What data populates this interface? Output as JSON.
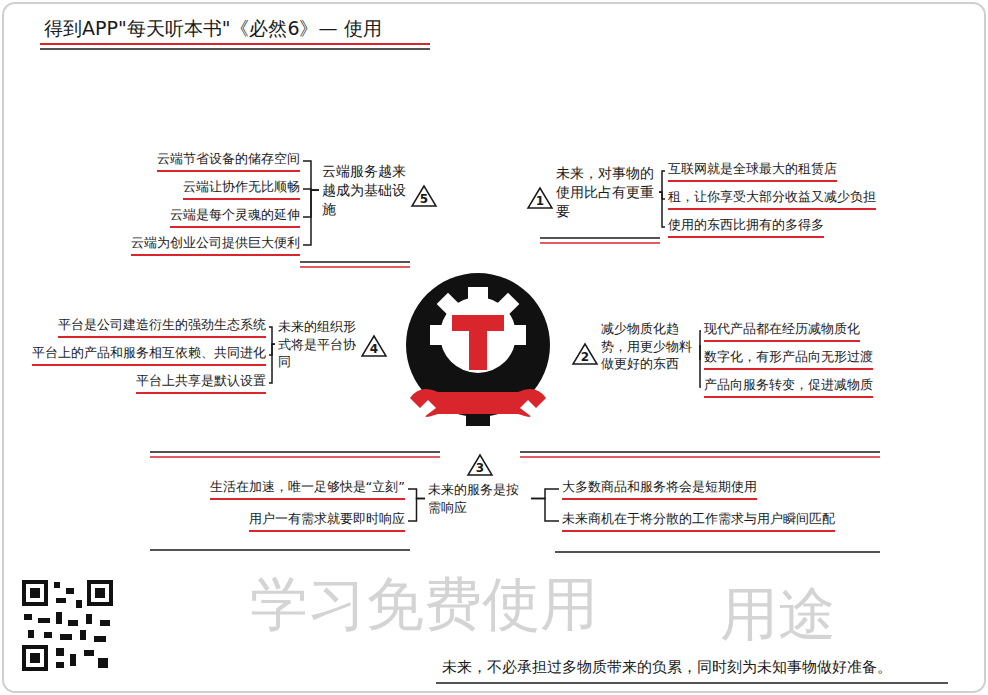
{
  "diagram": {
    "title": "得到APP\"每天听本书\"《必然6》— 使用",
    "caption": "未来，不必承担过多物质带来的负累，同时刻为未知事物做好准备。",
    "nodes": [
      {
        "text": [
          "未来，对事物的使用比占有更重要"
        ]
      },
      {
        "text": [
          "互联网就是全球最大的租赁店"
        ]
      },
      {
        "text": [
          "租，让你享受大部分收益又减少负担"
        ]
      },
      {
        "text": [
          "使用的东西比拥有的多得多"
        ]
      },
      {
        "text": [
          "减少物质化趋势，用更少物料做更好的东西"
        ]
      },
      {
        "text": [
          "现代产品都在经历减物质化"
        ]
      },
      {
        "text": [
          "数字化，有形产品向无形过渡"
        ]
      },
      {
        "text": [
          "产品向服务转变，促进减物质"
        ]
      },
      {
        "text": [
          "未来的服务是按需响应"
        ]
      },
      {
        "text": [
          "生活在加速，唯一足够快是“立刻”"
        ]
      },
      {
        "text": [
          "用户一有需求就要即时响应"
        ]
      },
      {
        "text": [
          "大多数商品和服务将会是短期使用"
        ]
      },
      {
        "text": [
          "未来商机在于将分散的工作需求与用户瞬间匹配"
        ]
      },
      {
        "text": [
          "未来的组织形式将是平台协同"
        ]
      },
      {
        "text": [
          "平台是公司建造衍生的强劲生态系统"
        ]
      },
      {
        "text": [
          "平台上的产品和服务相互依赖、共同进化"
        ]
      },
      {
        "text": [
          "平台上共享是默认设置"
        ]
      },
      {
        "text": [
          "云端服务越来越成为基础设施"
        ]
      },
      {
        "text": [
          "云端节省设备的储存空间"
        ]
      },
      {
        "text": [
          "云端让协作无比顺畅"
        ]
      },
      {
        "text": [
          "云端是每个灵魂的延伸"
        ]
      },
      {
        "text": [
          "云端为创业公司提供巨大便利"
        ]
      }
    ],
    "edges": [
      {
        "from": 0,
        "to": 1,
        "arrow": "none"
      },
      {
        "from": 0,
        "to": 2,
        "arrow": "none"
      },
      {
        "from": 0,
        "to": 3,
        "arrow": "none"
      },
      {
        "from": 4,
        "to": 5,
        "arrow": "none"
      },
      {
        "from": 4,
        "to": 6,
        "arrow": "none"
      },
      {
        "from": 4,
        "to": 7,
        "arrow": "none"
      },
      {
        "from": 8,
        "to": 9,
        "arrow": "none"
      },
      {
        "from": 8,
        "to": 10,
        "arrow": "none"
      },
      {
        "from": 8,
        "to": 11,
        "arrow": "none"
      },
      {
        "from": 8,
        "to": 12,
        "arrow": "none"
      },
      {
        "from": 13,
        "to": 14,
        "arrow": "none"
      },
      {
        "from": 13,
        "to": 15,
        "arrow": "none"
      },
      {
        "from": 13,
        "to": 16,
        "arrow": "none"
      },
      {
        "from": 17,
        "to": 18,
        "arrow": "none"
      },
      {
        "from": 17,
        "to": 19,
        "arrow": "none"
      },
      {
        "from": 17,
        "to": 20,
        "arrow": "none"
      },
      {
        "from": 17,
        "to": 21,
        "arrow": "none"
      }
    ],
    "labels": [
      "1",
      "2",
      "3",
      "4",
      "5",
      "学习免费使用",
      "用途"
    ]
  }
}
